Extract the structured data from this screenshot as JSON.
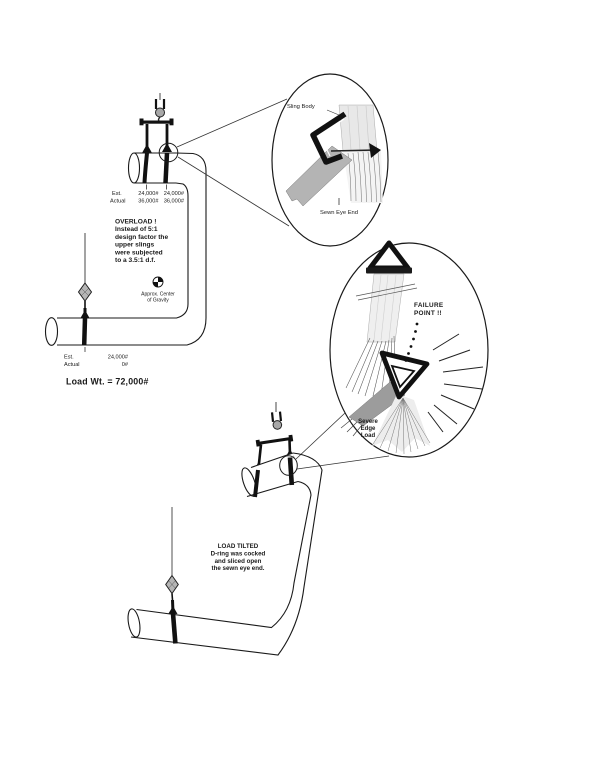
{
  "colors": {
    "ink": "#1a1a1a",
    "webbing_light": "#ececec",
    "webbing_gray": "#b0b0b0",
    "metal_gray": "#a8a8a8",
    "page": "#ffffff"
  },
  "upper_lift": {
    "sling_loads": {
      "est_label": "Est.",
      "actual_label": "Actual",
      "left_est": "24,000#",
      "right_est": "24,000#",
      "left_actual": "36,000#",
      "right_actual": "36,000#"
    },
    "overload_note": [
      "OVERLOAD !",
      "Instead of 5:1",
      "design factor the",
      "upper slings",
      "were subjected",
      "to a 3.5:1 d.f."
    ],
    "cog_label": [
      "Approx. Center",
      "of Gravity"
    ],
    "tail_sling_loads": {
      "est_label": "Est.",
      "est_value": "24,000#",
      "actual_label": "Actual",
      "actual_value": "0#"
    },
    "load_weight": "Load Wt.  =  72,000#"
  },
  "eye_detail_callout": {
    "sling_body_label": "Sling Body",
    "sewn_eye_label": "Sewn Eye End"
  },
  "failure_detail_callout": {
    "failure_point": [
      "FAILURE",
      "POINT !!"
    ],
    "severe_edge_load": [
      "Severe",
      "Edge",
      "Load"
    ]
  },
  "tilted_lift": {
    "note": [
      "LOAD TILTED",
      "D-ring was cocked",
      "and sliced open",
      "the sewn eye end."
    ]
  }
}
